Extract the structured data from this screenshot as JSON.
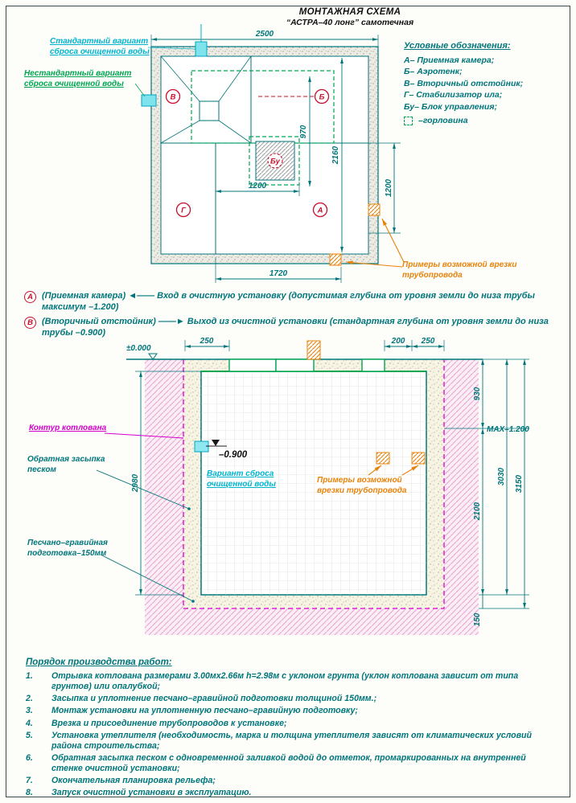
{
  "page": {
    "title_line1": "МОНТАЖНАЯ СХЕМА",
    "title_line2": "“АСТРА–40 лонг” самотечная"
  },
  "colors": {
    "text_teal": "#00767b",
    "accent_red": "#c8102e",
    "accent_cyan": "#00b4cf",
    "accent_green": "#00a651",
    "accent_orange": "#e8820a",
    "accent_magenta": "#d400cc"
  },
  "plan": {
    "label_standard": "Стандартный вариант\nсброса очищенной воды",
    "label_nonstandard": "Нестандартный вариант\nсброса очищенной воды",
    "label_pipe_examples": "Примеры возможной врезки\nтрубопровода",
    "dim_top": "2500",
    "dim_970": "970",
    "dim_2160": "2160",
    "dim_1200_inner": "1200",
    "dim_1200_right": "1200",
    "dim_bottom": "1720",
    "marks": {
      "v": "В",
      "b": "Б",
      "bu": "Бу",
      "g": "Г",
      "a": "А"
    }
  },
  "legend": {
    "title": "Условные обозначения:",
    "items": [
      "А– Приемная камера;",
      "Б– Аэротенк;",
      "В– Вторичный отстойник;",
      "Г– Стабилизатор ила;",
      "Бу– Блок управления;"
    ],
    "neck": "–горловина"
  },
  "notes": {
    "a": {
      "mark": "А",
      "text": "(Приемная камера) ◄—— Вход в очистную установку (допустимая глубина от уровня земли до низа трубы максимум –1.200)"
    },
    "v": {
      "mark": "В",
      "text": "(Вторичный отстойник) ——► Выход из очистной установки (стандартная глубина от уровня земли до низа трубы –0.900)"
    }
  },
  "section": {
    "level_zero": "±0.000",
    "level_0900": "–0.900",
    "dim_250_left": "250",
    "dim_200": "200",
    "dim_250_right": "250",
    "dim_930": "930",
    "max_label": "MAX–1.200",
    "dim_3030": "3030",
    "dim_3150": "3150",
    "dim_2100": "2100",
    "dim_150": "150",
    "dim_2980": "2980",
    "label_pit": "Контур котлована",
    "label_backfill": "Обратная засыпка\nпеском",
    "label_gravel": "Песчано–гравийная\nподготовка–150мм",
    "label_outlet": "Вариант сброса\nочищенной воды",
    "label_pipe_examples": "Примеры возможной\nврезки трубопровода"
  },
  "work_order": {
    "title": "Порядок производства работ:",
    "items": [
      {
        "n": "1.",
        "t": "Отрывка котлована размерами 3.00мх2.66м h=2.98м с уклоном грунта (уклон котлована зависит от типа грунтов) или опалубкой;"
      },
      {
        "n": "2.",
        "t": "Засыпка и уплотнение песчано–гравийной подготовки толщиной 150мм.;"
      },
      {
        "n": "3.",
        "t": "Монтаж установки на уплотненную песчано–гравийную подготовку;"
      },
      {
        "n": "4.",
        "t": "Врезка и присоединение трубопроводов к установке;"
      },
      {
        "n": "5.",
        "t": "Установка утеплителя (необходимость, марка и толщина утеплителя зависят от климатических условий района строительства;"
      },
      {
        "n": "6.",
        "t": "Обратная засыпка песком с одновременной заливкой водой до отметок, промаркированных на внутренней стенке очистной установки;"
      },
      {
        "n": "7.",
        "t": "Окончательная планировка рельефа;"
      },
      {
        "n": "8.",
        "t": "Запуск очистной установки в эксплуатацию."
      }
    ]
  }
}
